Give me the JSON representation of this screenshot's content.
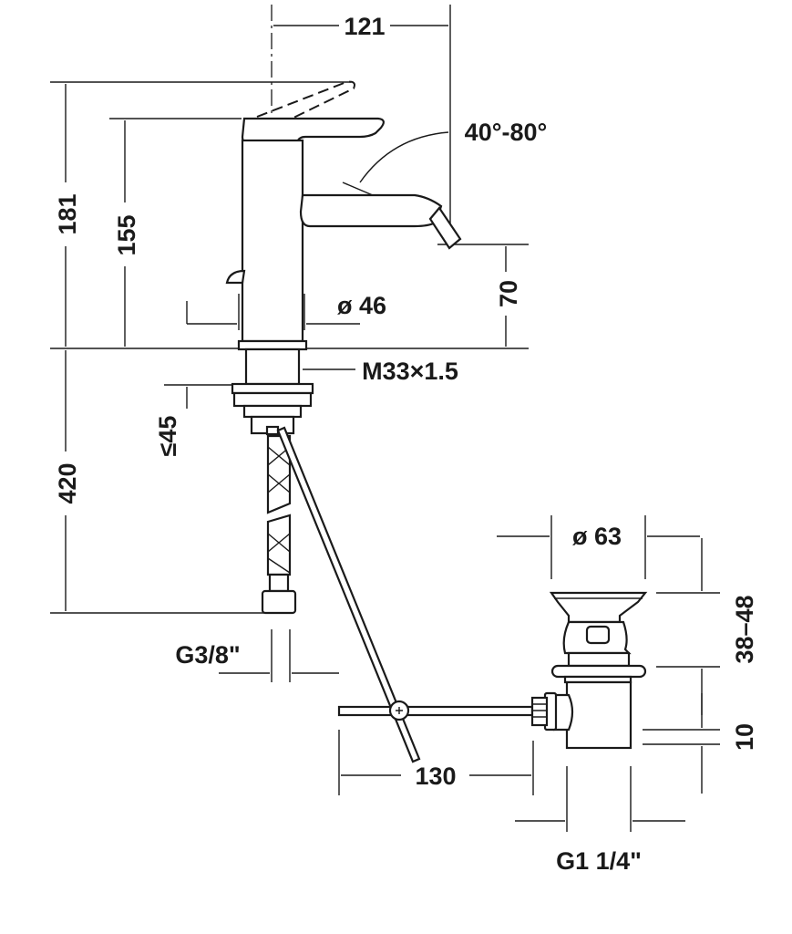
{
  "dimensions": {
    "width_total": "121",
    "lever_angle": "40°-80°",
    "height_lever_raised": "181",
    "height_lever": "155",
    "body_diameter": "ø 46",
    "spout_height": "70",
    "thread": "M33×1.5",
    "deck_thickness": "≤45",
    "hose_length": "420",
    "hose_connection": "G3/8\"",
    "drain_diameter": "ø 63",
    "drain_range": "38–48",
    "drain_collar": "10",
    "rod_length": "130",
    "drain_connection": "G1 1/4\""
  }
}
